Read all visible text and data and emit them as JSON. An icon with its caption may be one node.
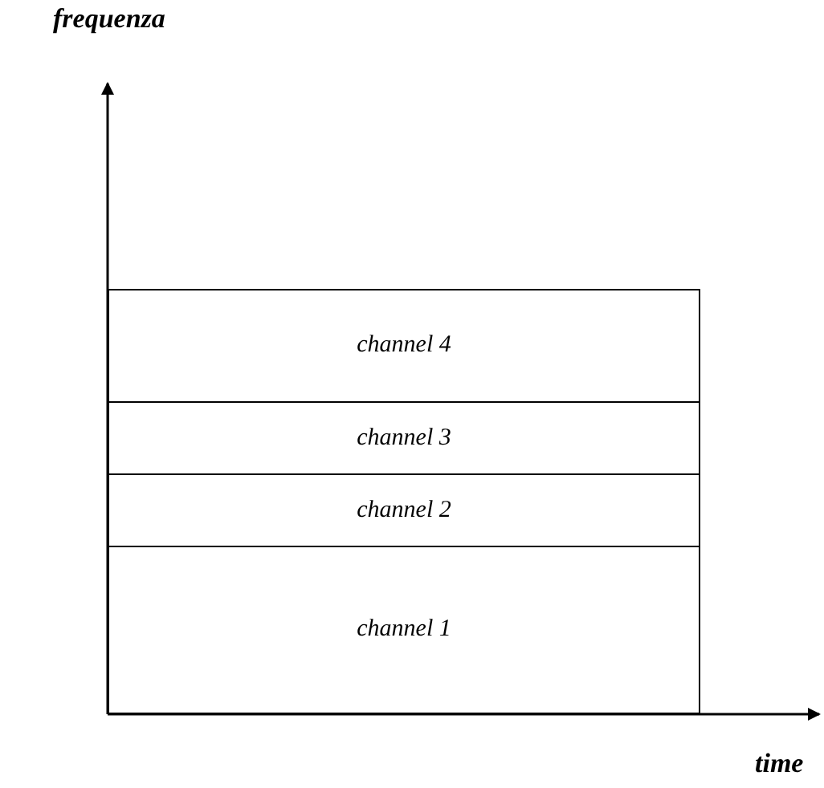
{
  "diagram": {
    "nodes": [
      {
        "text": [
          "channel 4"
        ]
      },
      {
        "text": [
          "channel 3"
        ]
      },
      {
        "text": [
          "channel 2"
        ]
      },
      {
        "text": [
          "channel 1"
        ]
      }
    ],
    "labels": [
      "frequenza",
      "time"
    ]
  }
}
